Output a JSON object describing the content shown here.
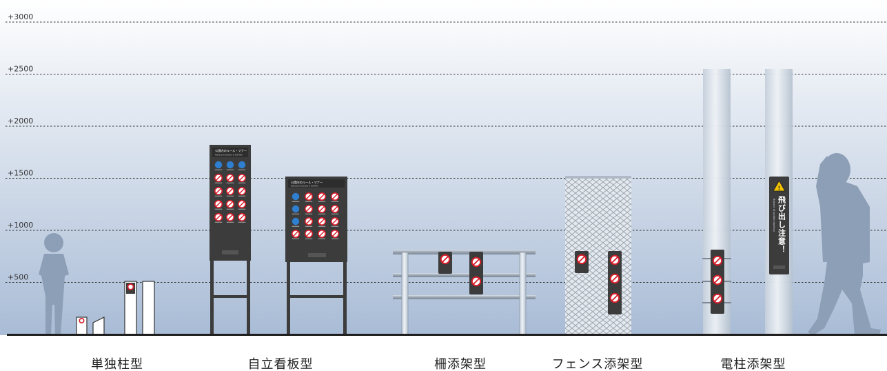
{
  "height_scale": {
    "unit": "mm",
    "lines": [
      {
        "value": 3000,
        "label": "+3000"
      },
      {
        "value": 2500,
        "label": "+2500"
      },
      {
        "value": 2000,
        "label": "+2000"
      },
      {
        "value": 1500,
        "label": "+1500"
      },
      {
        "value": 1000,
        "label": "+1000"
      },
      {
        "value": 500,
        "label": "+500"
      }
    ]
  },
  "categories": [
    {
      "id": "standalone",
      "label": "単独柱型"
    },
    {
      "id": "freestanding",
      "label": "自立看板型"
    },
    {
      "id": "railing",
      "label": "柵添架型"
    },
    {
      "id": "fence",
      "label": "フェンス添架型"
    },
    {
      "id": "utility-pole",
      "label": "電柱添架型"
    }
  ],
  "board_text": {
    "title": "公園内のルール・マナー",
    "subtitle": "Rules and manners in the Park"
  },
  "pole_sign_text": {
    "main": "飛び出し注意！",
    "sub": "Beware of sudden dashing"
  },
  "colors": {
    "sky_top": "#ffffff",
    "sky_bottom": "#a9bcd6",
    "panel": "#3c3c3c",
    "prohibit": "#d81e2a",
    "info": "#2f7fd0",
    "warning": "#f2c200",
    "silhouette": "#8d9fb7",
    "ground": "#1e1e1e"
  }
}
